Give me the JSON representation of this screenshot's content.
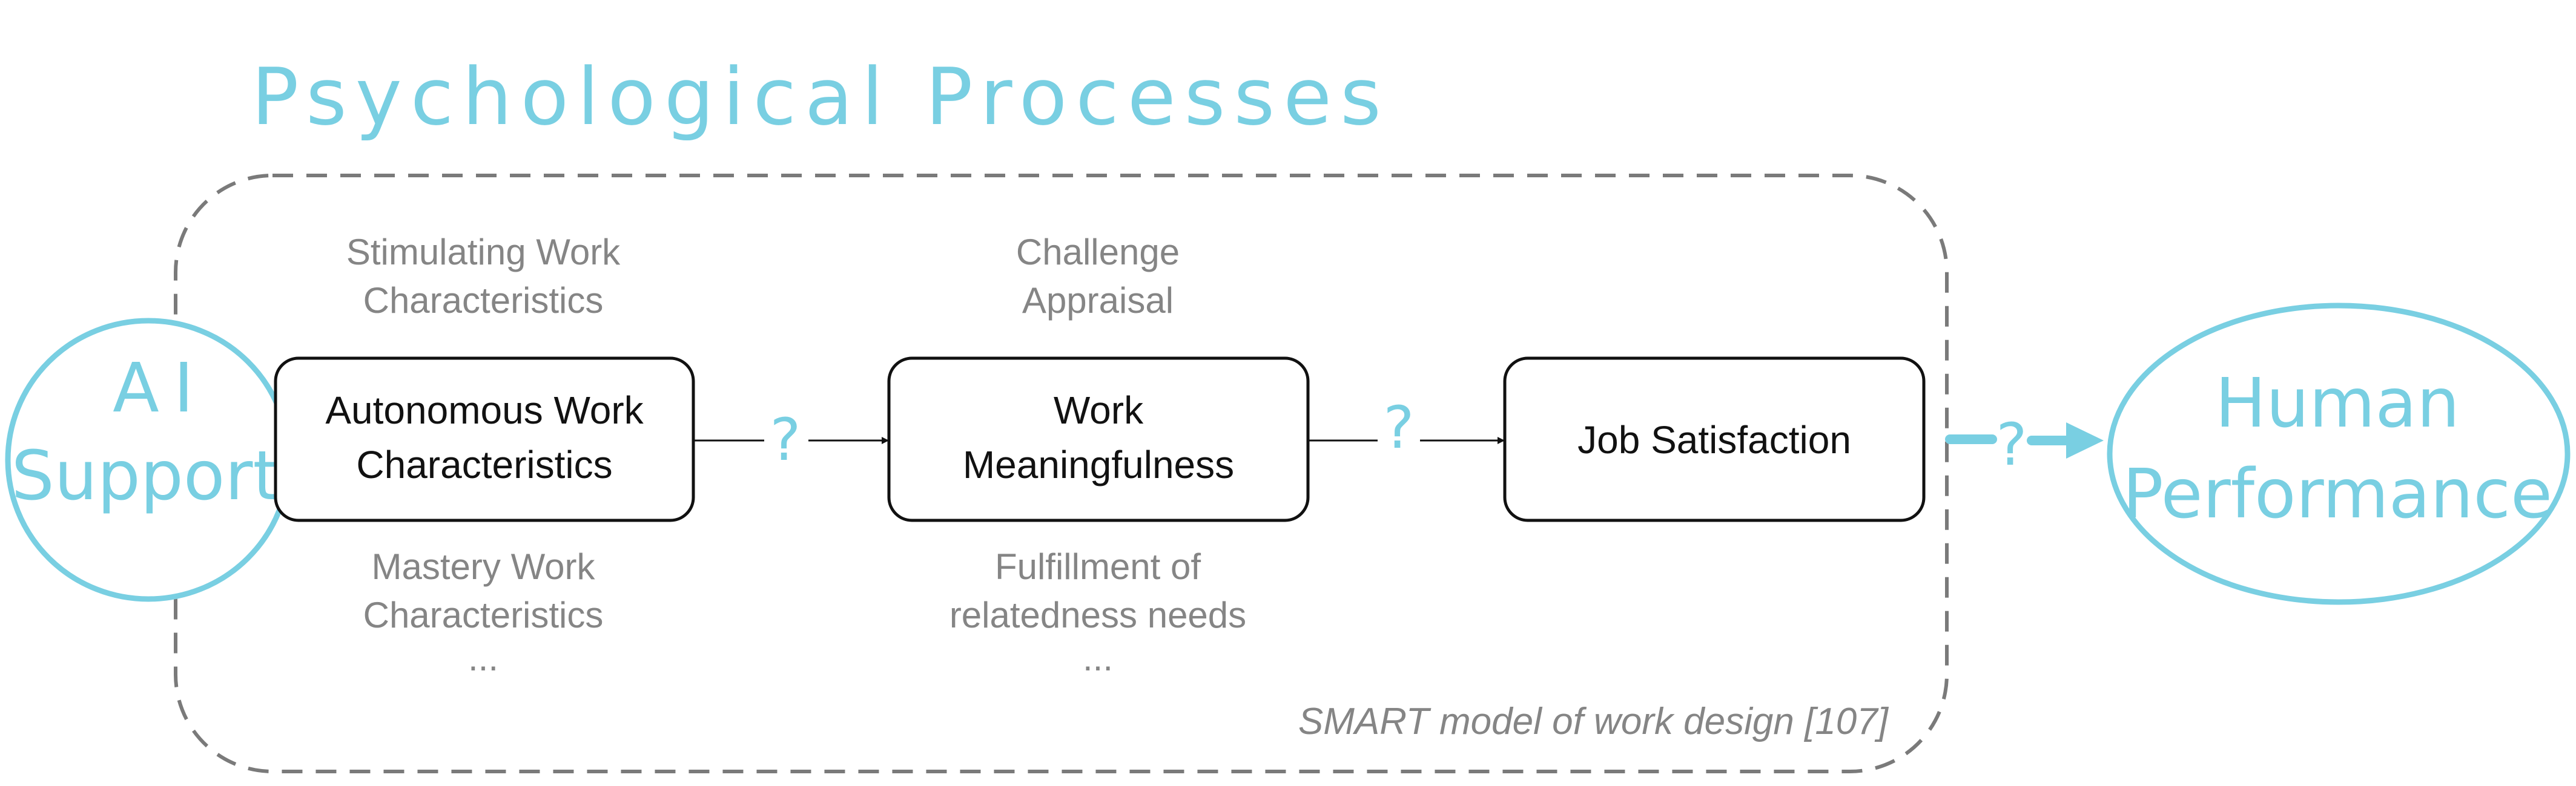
{
  "title": "Psychological Processes",
  "colors": {
    "accent": "#79cfe2",
    "dash": "#7a7a7a",
    "muted": "#858585",
    "ink": "#111111"
  },
  "left_circle": {
    "line1": "AI",
    "line2": "Support"
  },
  "right_circle": {
    "line1": "Human",
    "line2": "Performance"
  },
  "boxes": [
    {
      "line1": "Autonomous Work",
      "line2": "Characteristics"
    },
    {
      "line1": "Work",
      "line2": "Meaningfulness"
    },
    {
      "line1": "Job Satisfaction"
    }
  ],
  "above_labels": [
    {
      "line1": "Stimulating Work",
      "line2": "Characteristics"
    },
    {
      "line1": "Challenge",
      "line2": "Appraisal"
    }
  ],
  "below_labels": [
    {
      "line1": "Mastery Work",
      "line2": "Characteristics",
      "line3": "..."
    },
    {
      "line1": "Fulfillment of",
      "line2": "relatedness needs",
      "line3": "..."
    }
  ],
  "question_mark": "?",
  "caption": "SMART model of work design [107]"
}
